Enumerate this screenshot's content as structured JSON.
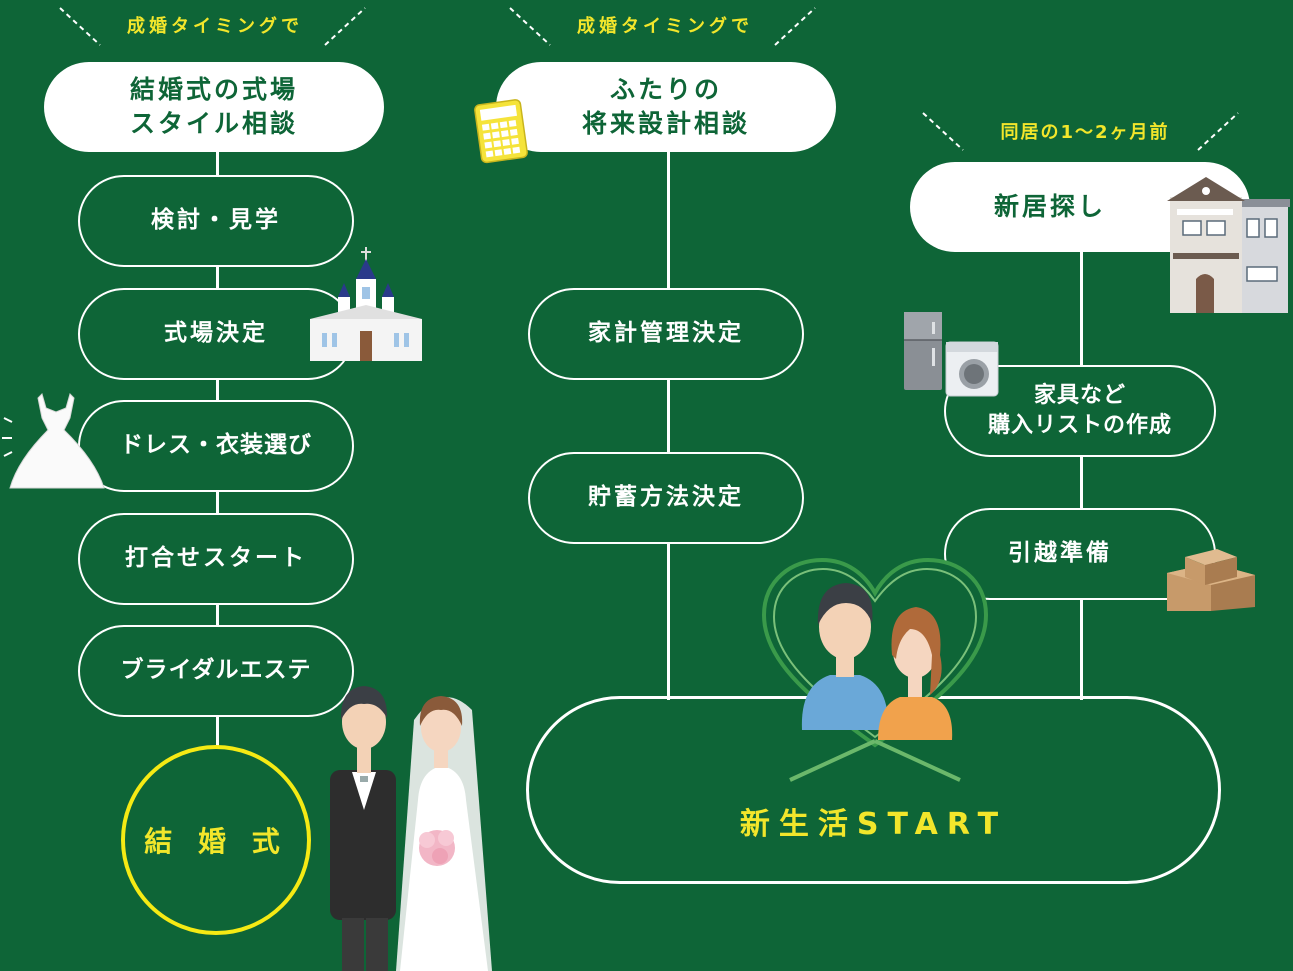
{
  "columns": [
    {
      "header": "成婚タイミングで",
      "title_lines": [
        "結婚式の式場",
        "スタイル相談"
      ],
      "steps": [
        "検討・見学",
        "式場決定",
        "ドレス・衣装選び",
        "打合せスタート",
        "ブライダルエステ"
      ],
      "final": "結 婚 式"
    },
    {
      "header": "成婚タイミングで",
      "title_lines": [
        "ふたりの",
        "将来設計相談"
      ],
      "steps": [
        "家計管理決定",
        "貯蓄方法決定"
      ]
    },
    {
      "header": "同居の1〜2ヶ月前",
      "title_lines": [
        "新居探し"
      ],
      "steps_multi": [
        [
          "家具など",
          "購入リストの作成"
        ],
        [
          "引越準備"
        ]
      ]
    }
  ],
  "final_goal": "新生活START",
  "colors": {
    "background": "#0e6537",
    "accent_yellow": "#f2e62b",
    "line": "#ffffff"
  },
  "illustrations": [
    "chapel-icon",
    "wedding-dress-icon",
    "calculator-icon",
    "house-icon",
    "fridge-icon",
    "washing-machine-icon",
    "boxes-icon",
    "bride-groom-illustration",
    "couple-heart-illustration"
  ]
}
